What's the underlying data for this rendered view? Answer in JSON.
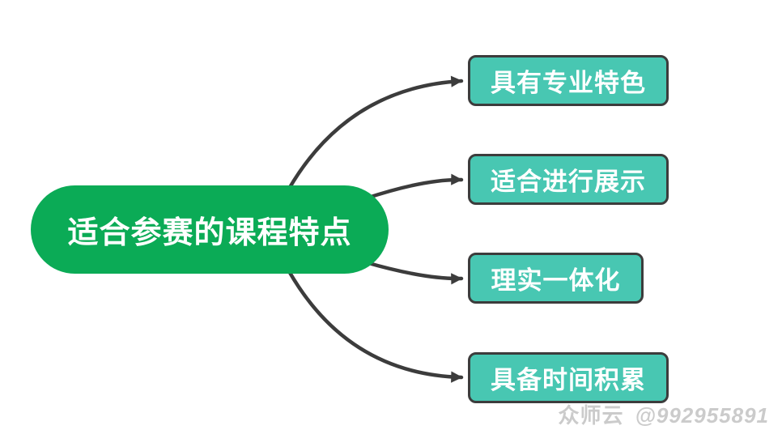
{
  "colors": {
    "background": "#ffffff",
    "root_fill": "#0bab56",
    "branch_fill": "#48c7b2",
    "border": "#3c3c3c",
    "connector": "#3c3c3c",
    "node_text": "#ffffff",
    "watermark_text": "#cbcbcb"
  },
  "mindmap": {
    "root": {
      "label": "适合参赛的课程特点"
    },
    "branches": [
      {
        "label": "具有专业特色"
      },
      {
        "label": "适合进行展示"
      },
      {
        "label": "理实一体化"
      },
      {
        "label": "具备时间积累"
      }
    ]
  },
  "watermark": {
    "brand": "众师云",
    "id": "@992955891"
  }
}
